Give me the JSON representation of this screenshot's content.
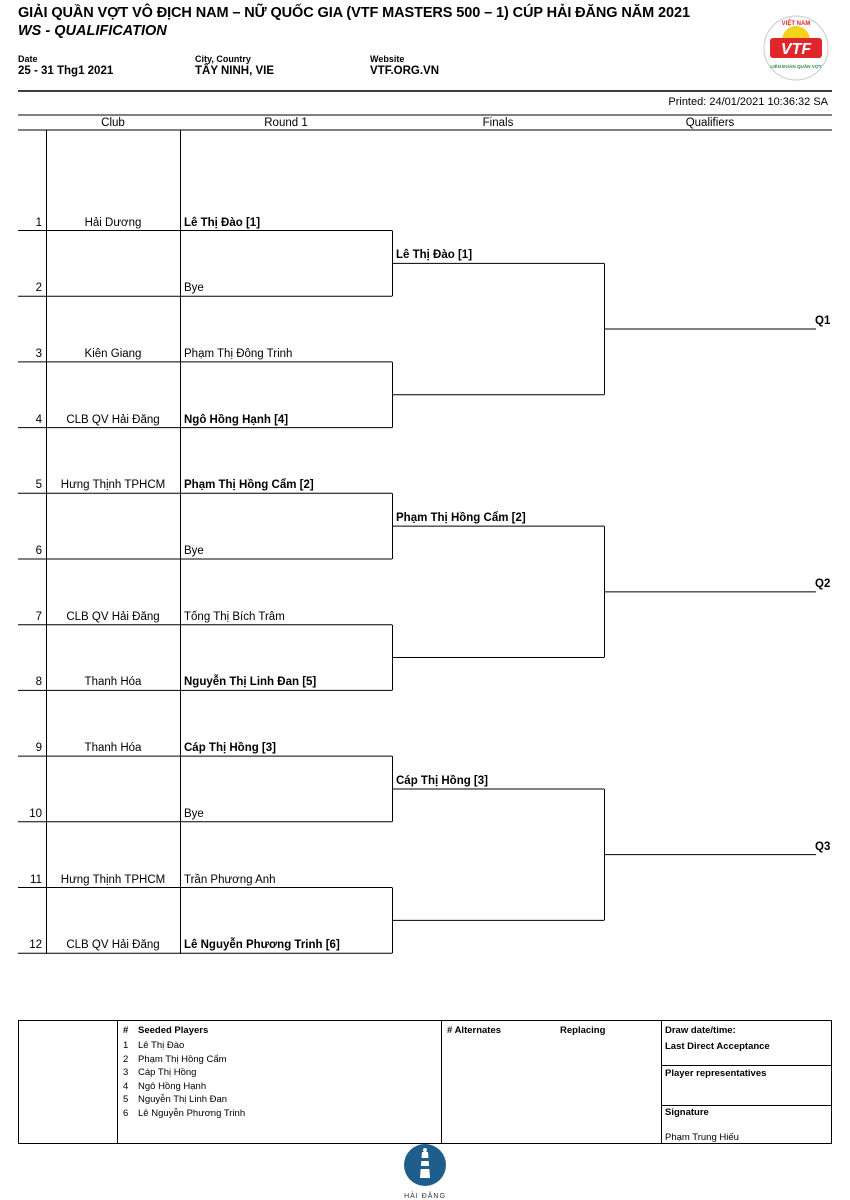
{
  "header": {
    "title": "GIẢI QUẦN VỢT VÔ ĐỊCH NAM – NỮ QUỐC GIA (VTF MASTERS 500 – 1) CÚP HẢI ĐĂNG NĂM 2021",
    "subtitle": "WS - QUALIFICATION",
    "date_label": "Date",
    "date_value": "25 - 31 Thg1 2021",
    "city_label": "City, Country",
    "city_value": "TÂY NINH, VIE",
    "website_label": "Website",
    "website_value": "VTF.ORG.VN",
    "printed": "Printed: 24/01/2021 10:36:32 SA",
    "logo_text": "VTF",
    "logo_top_text": "VIỆT NAM",
    "logo_bottom_text": "LIÊN ĐOÀN QUẦN VỢT"
  },
  "columns": {
    "club": "Club",
    "round1": "Round 1",
    "finals": "Finals",
    "qualifiers": "Qualifiers"
  },
  "draw": [
    {
      "num": "1",
      "club": "Hải Dương",
      "player": "Lê Thị Đào [1]",
      "seeded": true
    },
    {
      "num": "2",
      "club": "",
      "player": "Bye",
      "seeded": false
    },
    {
      "num": "3",
      "club": "Kiên Giang",
      "player": "Phạm Thị Đông Trinh",
      "seeded": false
    },
    {
      "num": "4",
      "club": "CLB QV Hải Đăng",
      "player": "Ngô Hồng Hạnh [4]",
      "seeded": true
    },
    {
      "num": "5",
      "club": "Hưng Thịnh TPHCM",
      "player": "Phạm Thị Hồng Cẩm [2]",
      "seeded": true
    },
    {
      "num": "6",
      "club": "",
      "player": "Bye",
      "seeded": false
    },
    {
      "num": "7",
      "club": "CLB QV Hải Đăng",
      "player": "Tống Thị Bích Trâm",
      "seeded": false
    },
    {
      "num": "8",
      "club": "Thanh Hóa",
      "player": "Nguyễn Thị Linh Đan [5]",
      "seeded": true
    },
    {
      "num": "9",
      "club": "Thanh Hóa",
      "player": "Cáp Thị Hồng [3]",
      "seeded": true
    },
    {
      "num": "10",
      "club": "",
      "player": "Bye",
      "seeded": false
    },
    {
      "num": "11",
      "club": "Hưng Thịnh TPHCM",
      "player": "Trần Phương Anh",
      "seeded": false
    },
    {
      "num": "12",
      "club": "CLB QV Hải Đăng",
      "player": "Lê Nguyễn Phương Trinh [6]",
      "seeded": true
    }
  ],
  "finals": [
    "Lê Thị Đào [1]",
    "Phạm Thị Hồng Cẩm [2]",
    "Cáp Thị Hồng [3]"
  ],
  "qualifiers": [
    "Q1",
    "Q2",
    "Q3"
  ],
  "footer": {
    "hash": "#",
    "seeded_title": "Seeded Players",
    "seeded_list": [
      {
        "n": "1",
        "name": "Lê Thị Đào"
      },
      {
        "n": "2",
        "name": "Phạm Thị Hồng Cẩm"
      },
      {
        "n": "3",
        "name": "Cáp Thị Hồng"
      },
      {
        "n": "4",
        "name": "Ngô Hồng Hạnh"
      },
      {
        "n": "5",
        "name": "Nguyễn Thị Linh Đan"
      },
      {
        "n": "6",
        "name": "Lê Nguyễn Phương Trinh"
      }
    ],
    "alternates_title": "# Alternates",
    "replacing_title": "Replacing",
    "draw_datetime": "Draw date/time:",
    "last_direct": "Last Direct Acceptance",
    "player_reps": "Player representatives",
    "signature": "Signature",
    "signer": "Phạm Trung Hiếu",
    "sponsor": "HẢI ĐĂNG"
  },
  "colors": {
    "logo_red": "#e0262b",
    "logo_yellow": "#f4d21c",
    "logo_green": "#2e8b3a",
    "sponsor_blue": "#1f5d8c"
  }
}
